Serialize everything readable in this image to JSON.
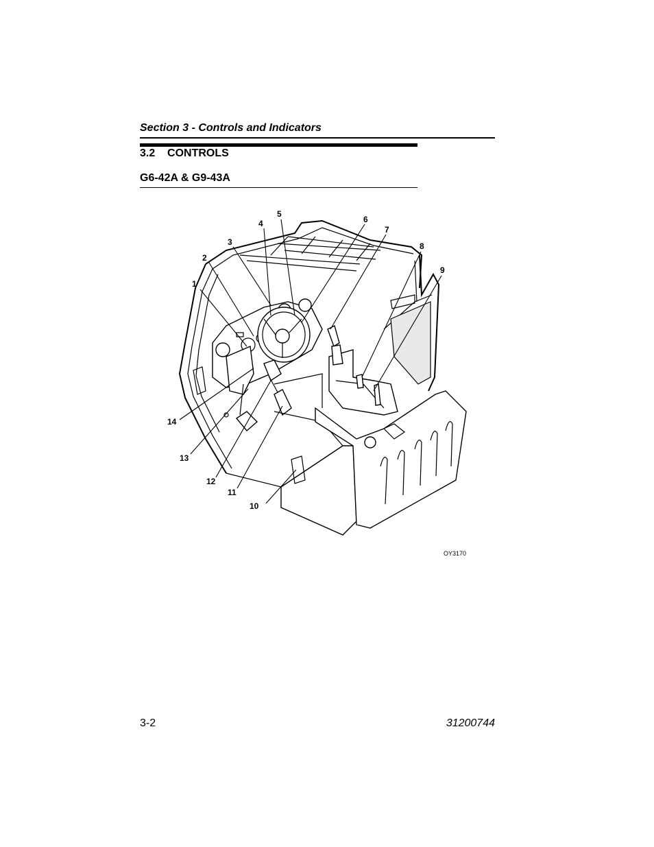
{
  "header": {
    "section_title": "Section 3 - Controls and Indicators",
    "subsection": "3.2    CONTROLS",
    "models": "G6-42A & G9-43A"
  },
  "figure": {
    "figure_id": "OY3170",
    "callouts": [
      "1",
      "2",
      "3",
      "4",
      "5",
      "6",
      "7",
      "8",
      "9",
      "10",
      "11",
      "12",
      "13",
      "14"
    ]
  },
  "footer": {
    "page_number": "3-2",
    "document_number": "31200744"
  }
}
